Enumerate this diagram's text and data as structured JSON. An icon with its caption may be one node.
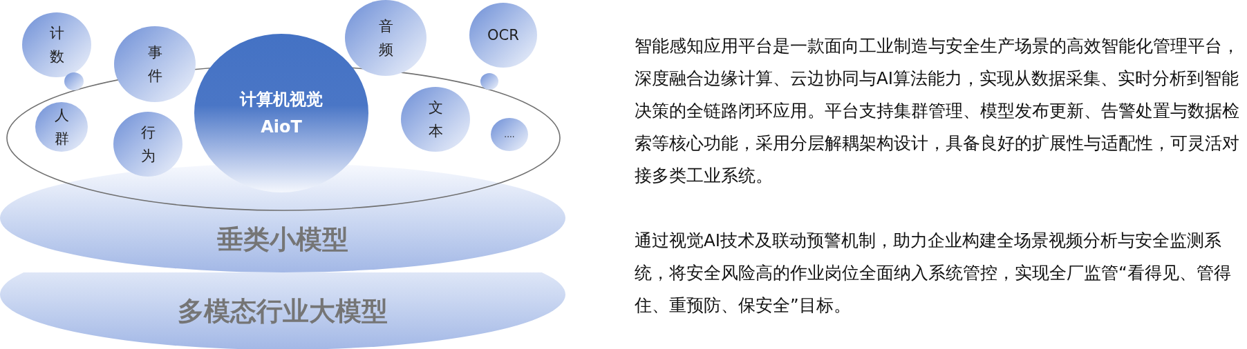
{
  "diagram": {
    "nodes": [
      {
        "text": [
          "计数"
        ]
      },
      {
        "text": [
          "事件"
        ]
      },
      {
        "text": [
          "音频"
        ]
      },
      {
        "text": [
          "OCR"
        ]
      },
      {
        "text": [],
        "shape": "circle"
      },
      {
        "text": [],
        "shape": "circle"
      },
      {
        "text": [
          "人群"
        ]
      },
      {
        "text": [
          "行为"
        ]
      },
      {
        "text": [
          "计算机视觉",
          "AioT"
        ]
      },
      {
        "text": [
          "文本"
        ]
      },
      {
        "text": [
          "...."
        ]
      },
      {
        "text": [
          "垂类小模型"
        ]
      },
      {
        "text": [
          "多模态行业大模型"
        ]
      }
    ],
    "labels": [
      "智能感知应用平台是一款面向工业制造与安全生产场景的高效智能化管理平台，深度融合边缘计算、云边协同与AI算法能力，实现从数据采集、实时分析到智能决策的全链路闭环应用。平台支持集群管理、模型发布更新、告警处置与数据检索等核心功能，采用分层解耦架构设计，具备良好的扩展性与适配性，可灵活对接多类工业系统。",
      "通过视觉AI技术及联动预警机制，助力企业构建全场景视频分析与安全监测系统，将安全风险高的作业岗位全面纳入系统管控，实现全厂监管“看得见、管得住、重预防、保安全”目标。"
    ]
  }
}
